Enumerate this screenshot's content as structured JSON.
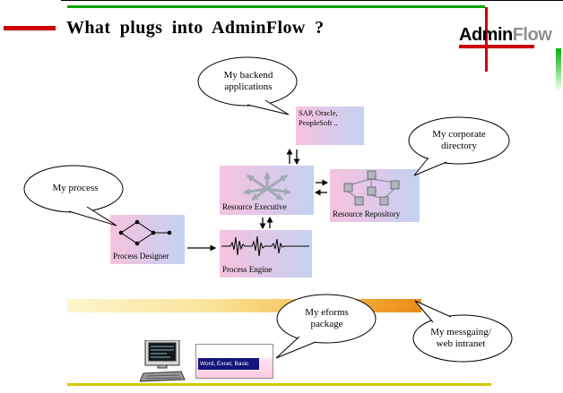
{
  "slide": {
    "title": "What plugs into AdminFlow ?"
  },
  "logo": {
    "admin": "Admin",
    "flow": "Flow"
  },
  "callouts": {
    "backend": {
      "line1": "My backend",
      "line2": "applications"
    },
    "corporate": {
      "line1": "My corporate",
      "line2": "directory"
    },
    "process": {
      "line1": "My process",
      "line2": ""
    },
    "eforms": {
      "line1": "My eforms",
      "line2": "package"
    },
    "messaging": {
      "line1": "My messgaing/",
      "line2": "web intranet"
    }
  },
  "boxes": {
    "sap": {
      "line1": "SAP, Oracle,",
      "line2": "PeopleSoft .."
    },
    "resource_executive": "Resource Executive",
    "resource_repository": "Resource Repository",
    "process_designer": "Process Designer",
    "process_engine": "Process Engine"
  },
  "office_box": {
    "label": "Word, Excel, Basic"
  },
  "icons": {
    "resource_executive_graphic": "radiating-arrows-icon",
    "resource_repository_graphic": "network-nodes-icon",
    "process_designer_graphic": "flowchart-icon",
    "process_engine_graphic": "waveform-icon",
    "workstation": "desktop-computer-icon"
  },
  "colors": {
    "top_line_green": "#00a400",
    "accent_red": "#cc0000",
    "bottom_line_yellow": "#d6ca00",
    "box_gradient_left": "#f6c3de",
    "box_gradient_right": "#c3d3f0",
    "bar_gradient_left": "#fdf4cd",
    "bar_gradient_right": "#e98d16",
    "office_strip_navy": "#14147a",
    "logo_flow_gray": "#8f8f8f"
  }
}
